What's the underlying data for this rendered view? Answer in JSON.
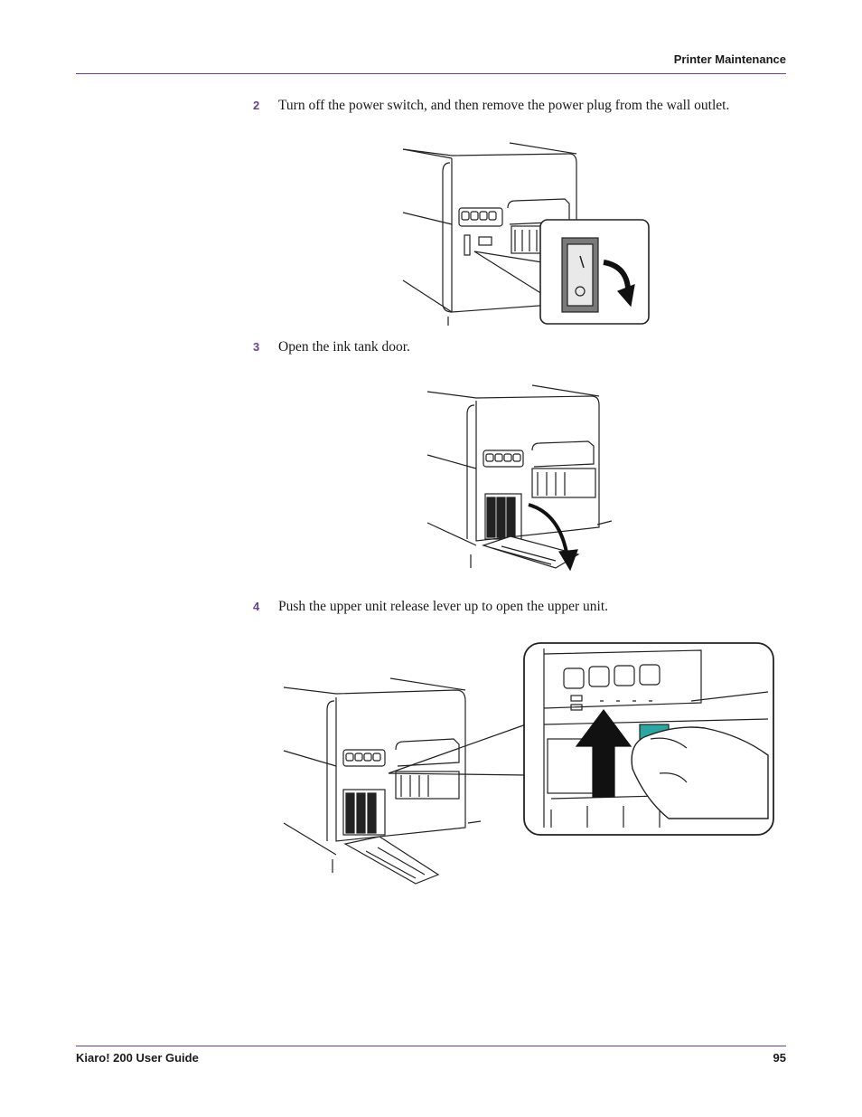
{
  "header": {
    "section_title": "Printer Maintenance"
  },
  "steps": [
    {
      "number": "2",
      "text": "Turn off the power switch, and then remove the power plug from the wall outlet."
    },
    {
      "number": "3",
      "text": "Open the ink tank door."
    },
    {
      "number": "4",
      "text": "Push the upper unit release lever up to open the upper unit."
    }
  ],
  "figures": {
    "power_switch_labels": {
      "on_mark": "I",
      "off_mark": "O"
    }
  },
  "footer": {
    "doc_title": "Kiaro! 200 User Guide",
    "page_number": "95"
  },
  "colors": {
    "accent": "#6b3f8f",
    "lever": "#2aa7a0"
  }
}
